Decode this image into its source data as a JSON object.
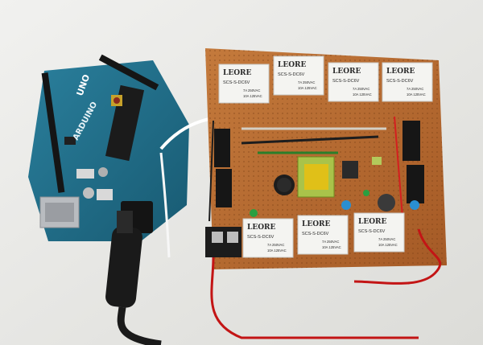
{
  "scene": {
    "background": "#e9e9e6",
    "board_color": "#b86a30",
    "arduino_color": "#1f6f8b",
    "relay_color": "#f4f4f1"
  },
  "arduino": {
    "logo_text": "UNO",
    "brand_text": "ARDUINO"
  },
  "relays": [
    {
      "brand": "LEORE",
      "model": "SCS-S-DC6V",
      "spec1": "7A 250VAC",
      "spec2": "10A 125VAC"
    },
    {
      "brand": "LEORE",
      "model": "SCS-S-DC6V",
      "spec1": "7A 250VAC",
      "spec2": "10A 125VAC"
    },
    {
      "brand": "LEORE",
      "model": "SCS-S-DC6V",
      "spec1": "7A 250VAC",
      "spec2": "10A 125VAC"
    },
    {
      "brand": "LEORE",
      "model": "SCS-S-DC6V",
      "spec1": "7A 250VAC",
      "spec2": "10A 125VAC"
    },
    {
      "brand": "LEORE",
      "model": "SCS-S-DC6V",
      "spec1": "7A 250VAC",
      "spec2": "10A 125VAC"
    },
    {
      "brand": "LEORE",
      "model": "SCS-S-DC6V",
      "spec1": "7A 250VAC",
      "spec2": "10A 125VAC"
    },
    {
      "brand": "LEORE",
      "model": "SCS-S-DC6V",
      "spec1": "7A 250VAC",
      "spec2": "10A 125VAC"
    }
  ]
}
